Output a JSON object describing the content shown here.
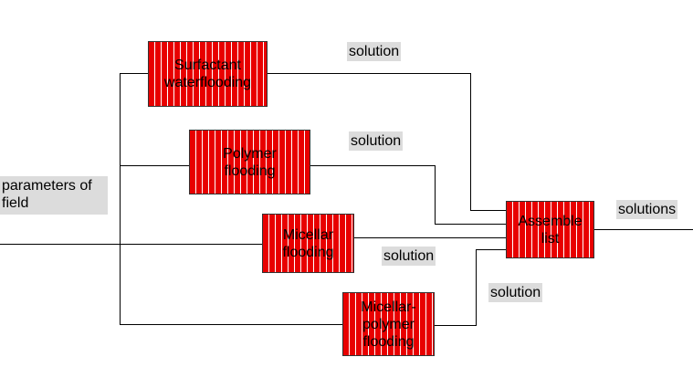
{
  "diagram": {
    "input_label": "parameters of field",
    "output_label": "solutions",
    "processes": [
      {
        "id": "surfactant",
        "line1": "Surfactant",
        "line2": "waterflooding",
        "line3": ""
      },
      {
        "id": "polymer",
        "line1": "Polymer",
        "line2": "flooding",
        "line3": ""
      },
      {
        "id": "micellar",
        "line1": "Micellar",
        "line2": "flooding",
        "line3": ""
      },
      {
        "id": "micellar_polymer",
        "line1": "Micellar-",
        "line2": "polymer",
        "line3": "flooding"
      }
    ],
    "assemble": {
      "line1": "Assemble",
      "line2": "list"
    },
    "solution_labels": [
      "solution",
      "solution",
      "solution",
      "solution"
    ],
    "colors": {
      "box_fill": "#e80000",
      "box_stripe": "#ffffff",
      "label_background": "#dcdcdc",
      "line": "#000000"
    }
  }
}
